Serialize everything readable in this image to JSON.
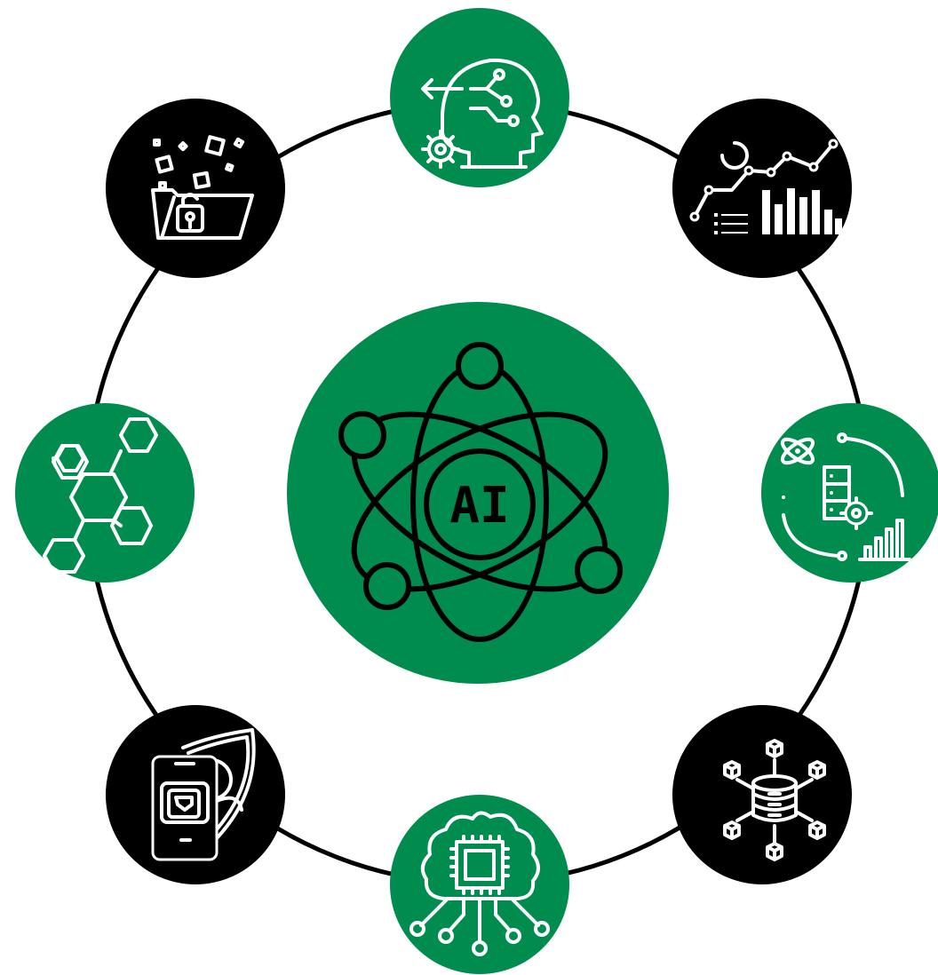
{
  "colors": {
    "accent_green": "#008C4F",
    "dark": "#000000",
    "background": "#FFFFFF"
  },
  "center": {
    "label": "AI",
    "icon": "atom-icon"
  },
  "nodes": [
    {
      "id": "top",
      "icon": "ai-head-gear-icon",
      "fill": "green"
    },
    {
      "id": "top-right",
      "icon": "analytics-charts-icon",
      "fill": "black"
    },
    {
      "id": "right",
      "icon": "data-server-cycle-icon",
      "fill": "green"
    },
    {
      "id": "bottom-right",
      "icon": "database-network-icon",
      "fill": "black"
    },
    {
      "id": "bottom",
      "icon": "brain-chip-icon",
      "fill": "green"
    },
    {
      "id": "bottom-left",
      "icon": "mobile-security-icon",
      "fill": "black"
    },
    {
      "id": "left",
      "icon": "hexagon-network-icon",
      "fill": "green"
    },
    {
      "id": "top-left",
      "icon": "secure-folder-icon",
      "fill": "black"
    }
  ]
}
